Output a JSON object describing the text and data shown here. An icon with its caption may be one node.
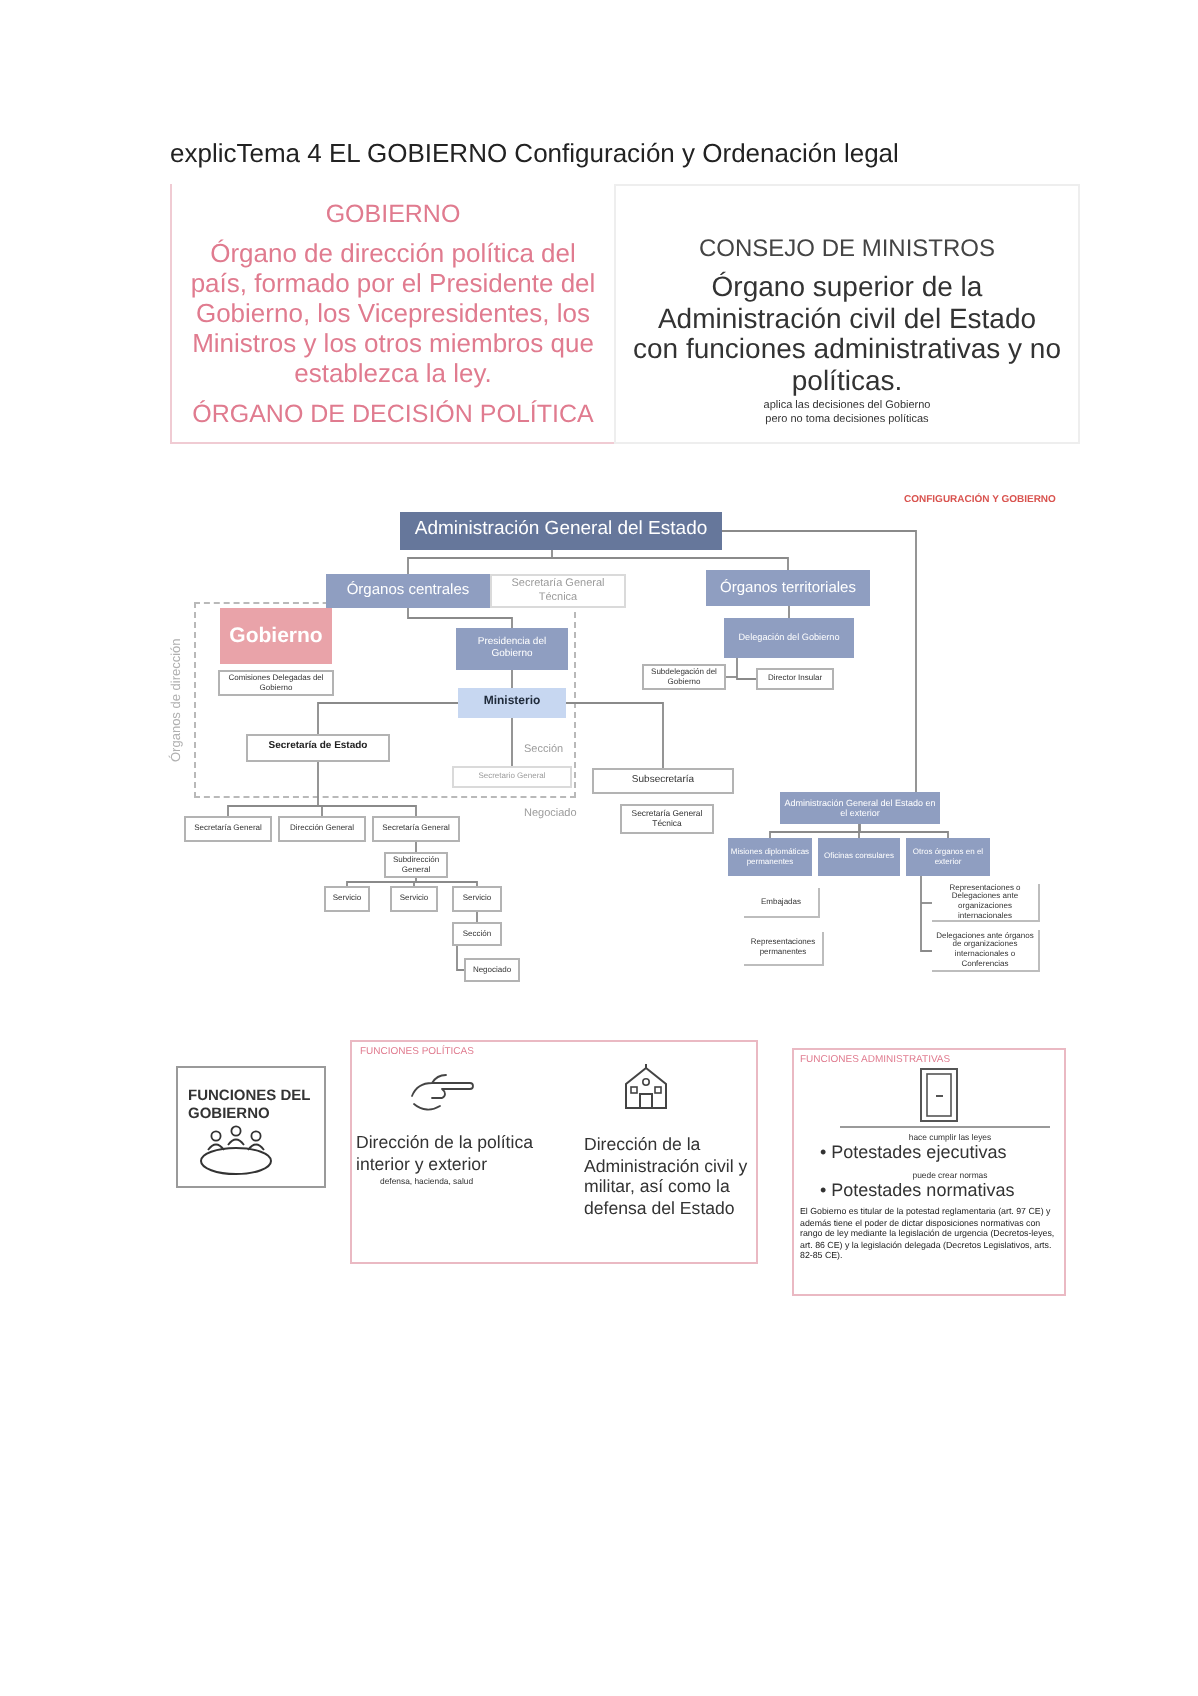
{
  "diagram": {
    "title": "explicTema 4 EL GOBIERNO Configuración y Ordenación legal",
    "nodes": [
      {
        "text": [
          "GOBIERNO",
          "Órgano de dirección política del país, formado por el Presidente del Gobierno, los Vicepresidentes, los Ministros y los otros miembros que establezca la ley.",
          "ÓRGANO DE DECISIÓN POLÍTICA"
        ]
      },
      {
        "text": [
          "CONSEJO DE MINISTROS",
          "Órgano superior de la Administración civil del Estado con funciones administrativas y no políticas.",
          "aplica las decisiones del Gobierno pero no toma decisiones políticas"
        ]
      },
      {
        "text": [
          "Administración General del Estado"
        ]
      },
      {
        "text": [
          "Órganos centrales"
        ]
      },
      {
        "text": [
          "Secretaría General Técnica"
        ]
      },
      {
        "text": [
          "Órganos territoriales"
        ]
      },
      {
        "text": [
          "Órganos de dirección"
        ]
      },
      {
        "text": [
          "Gobierno"
        ],
        "in": 6
      },
      {
        "text": [
          "Comisiones Delegadas del Gobierno"
        ],
        "in": 6
      },
      {
        "text": [
          "Presidencia del Gobierno"
        ],
        "in": 6
      },
      {
        "text": [
          "Ministerio"
        ],
        "in": 6
      },
      {
        "text": [
          "Delegación del Gobierno"
        ]
      },
      {
        "text": [
          "Subdelegación del Gobierno"
        ]
      },
      {
        "text": [
          "Director Insular"
        ]
      },
      {
        "text": [
          "Secretaría de Estado"
        ],
        "in": 6
      },
      {
        "text": [
          "Secretario General"
        ],
        "in": 6
      },
      {
        "text": [
          "Subsecretaría"
        ]
      },
      {
        "text": [
          "Administración General del Estado en el exterior"
        ]
      },
      {
        "text": [
          "Secretaría General"
        ]
      },
      {
        "text": [
          "Dirección General"
        ]
      },
      {
        "text": [
          "Secretaría General"
        ]
      },
      {
        "text": [
          "Secretaría General Técnica"
        ]
      },
      {
        "text": [
          "Misiones diplomáticas permanentes"
        ]
      },
      {
        "text": [
          "Oficinas consulares"
        ]
      },
      {
        "text": [
          "Otros órganos en el exterior"
        ]
      },
      {
        "text": [
          "Subdirección General"
        ]
      },
      {
        "text": [
          "Servicio"
        ]
      },
      {
        "text": [
          "Servicio"
        ]
      },
      {
        "text": [
          "Servicio"
        ]
      },
      {
        "text": [
          "Embajadas"
        ]
      },
      {
        "text": [
          "Representaciones o Delegaciones ante organizaciones internacionales"
        ]
      },
      {
        "text": [
          "Sección"
        ]
      },
      {
        "text": [
          "Representaciones permanentes"
        ]
      },
      {
        "text": [
          "Delegaciones ante órganos de organizaciones internacionales o Conferencias"
        ]
      },
      {
        "text": [
          "Negociado"
        ]
      },
      {
        "text": [
          "FUNCIONES DEL GOBIERNO"
        ]
      },
      {
        "text": [
          "FUNCIONES POLÍTICAS",
          "Dirección de la política interior y exterior",
          "defensa, hacienda, salud",
          "Dirección de la Administración civil y militar, así como la defensa del Estado"
        ]
      },
      {
        "text": [
          "FUNCIONES ADMINISTRATIVAS",
          "hace cumplir las leyes",
          "• Potestades ejecutivas",
          "puede crear normas",
          "• Potestades normativas",
          "El Gobierno es titular de la potestad reglamentaria (art. 97 CE) y además tiene el poder de dictar disposiciones normativas con rango de ley mediante la legislación de urgencia (Decretos-leyes, art. 86 CE) y la legislación delegada (Decretos Legislativos, arts. 82-85 CE)."
        ]
      }
    ],
    "edges": [
      {
        "from": 2,
        "to": 3,
        "arrow": "none"
      },
      {
        "from": 2,
        "to": 5,
        "arrow": "none"
      },
      {
        "from": 2,
        "to": 17,
        "arrow": "none"
      },
      {
        "from": 3,
        "to": 9,
        "arrow": "none"
      },
      {
        "from": 9,
        "to": 10,
        "arrow": "none"
      },
      {
        "from": 10,
        "to": 14,
        "arrow": "none"
      },
      {
        "from": 10,
        "to": 15,
        "arrow": "none"
      },
      {
        "from": 10,
        "to": 16,
        "arrow": "none"
      },
      {
        "from": 14,
        "to": 18,
        "arrow": "none"
      },
      {
        "from": 14,
        "to": 19,
        "arrow": "none"
      },
      {
        "from": 14,
        "to": 20,
        "arrow": "none"
      },
      {
        "from": 20,
        "to": 25,
        "arrow": "none"
      },
      {
        "from": 25,
        "to": 26,
        "arrow": "none"
      },
      {
        "from": 25,
        "to": 27,
        "arrow": "none"
      },
      {
        "from": 25,
        "to": 28,
        "arrow": "none"
      },
      {
        "from": 28,
        "to": 31,
        "arrow": "none"
      },
      {
        "from": 31,
        "to": 34,
        "arrow": "none"
      },
      {
        "from": 5,
        "to": 11,
        "arrow": "none"
      },
      {
        "from": 11,
        "to": 12,
        "arrow": "none"
      },
      {
        "from": 11,
        "to": 13,
        "arrow": "none"
      },
      {
        "from": 17,
        "to": 22,
        "arrow": "none"
      },
      {
        "from": 17,
        "to": 23,
        "arrow": "none"
      },
      {
        "from": 17,
        "to": 24,
        "arrow": "none"
      },
      {
        "from": 24,
        "to": 30,
        "arrow": "none"
      },
      {
        "from": 24,
        "to": 33,
        "arrow": "none"
      }
    ],
    "labels": [
      "CONFIGURACIÓN Y GOBIERNO",
      "Sección",
      "Negociado"
    ]
  }
}
